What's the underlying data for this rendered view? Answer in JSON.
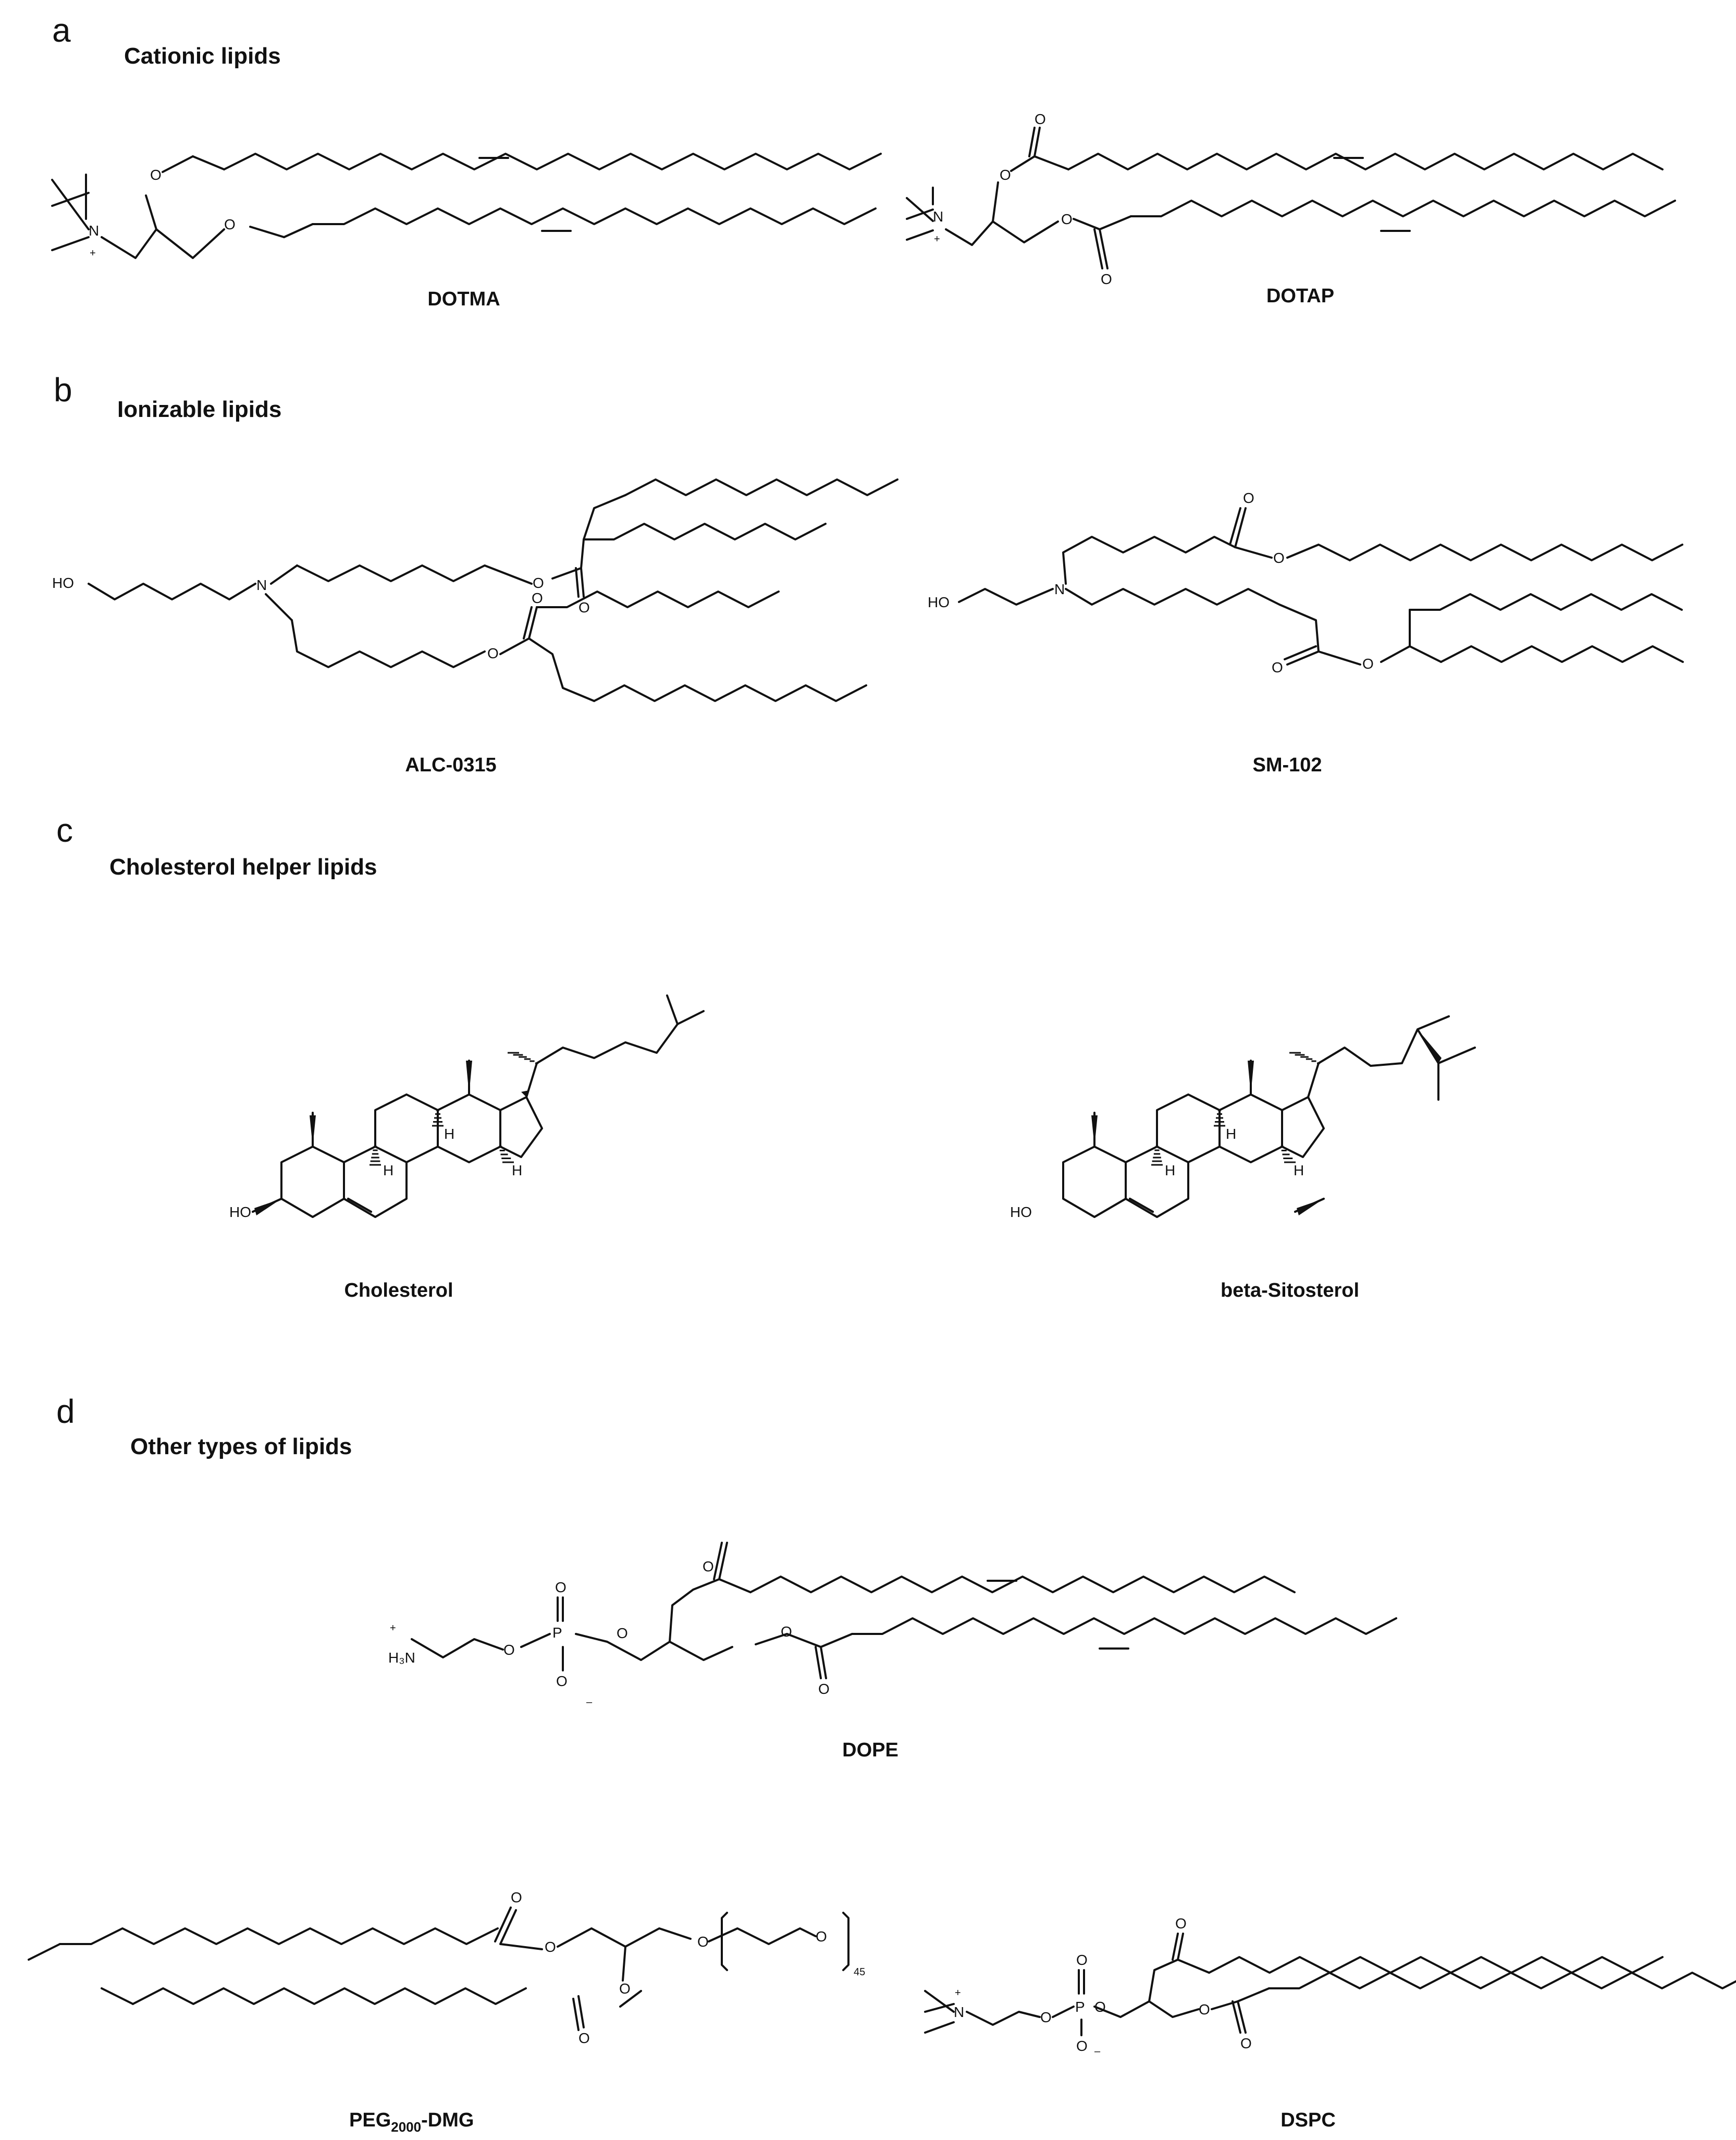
{
  "panels": [
    {
      "letter": "a",
      "heading": "Cationic lipids",
      "compounds": [
        "DOTMA",
        "DOTAP"
      ]
    },
    {
      "letter": "b",
      "heading": "Ionizable lipids",
      "compounds": [
        "ALC-0315",
        "SM-102"
      ]
    },
    {
      "letter": "c",
      "heading": "Cholesterol helper lipids",
      "compounds": [
        "Cholesterol",
        "beta-Sitosterol"
      ]
    },
    {
      "letter": "d",
      "heading": "Other types of lipids",
      "compounds": [
        "DOPE",
        "PEG",
        "2000",
        "-DMG",
        "DSPC"
      ]
    }
  ],
  "atoms": {
    "N": "N",
    "O": "O",
    "P": "P",
    "H": "H",
    "HO": "HO",
    "H3N": "H₃N",
    "plus": "+",
    "minus": "–",
    "peg_repeat": "45"
  },
  "colors": {
    "ink": "#111111",
    "background": "#ffffff"
  }
}
